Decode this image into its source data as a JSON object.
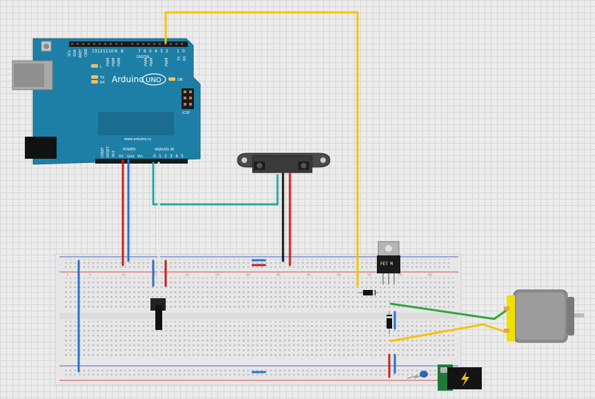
{
  "arduino": {
    "brand": "Arduino",
    "model": "UNO",
    "on_label": "ON",
    "url": "www.arduino.cc",
    "icsp_label": "ICSP",
    "digital_label": "DIGITAL",
    "power_label": "POWER",
    "analog_label": "ANALOG IN",
    "led_l": "L",
    "led_tx": "TX",
    "led_rx": "RX",
    "aref": "AREF",
    "gnd_top": "GND",
    "scl": "SCL",
    "sda": "SDA",
    "pwm": "PWM",
    "reset": "RESET",
    "ioref": "IOREF",
    "v33": "3V3",
    "v5": "5V",
    "gnd": "Gnd",
    "vin": "Vin",
    "digital_pins": [
      "13",
      "12",
      "11",
      "10",
      "9",
      "8",
      "7",
      "6",
      "5",
      "4",
      "3",
      "2",
      "1",
      "0"
    ],
    "analog_pins": [
      "0",
      "1",
      "2",
      "3",
      "4",
      "5"
    ],
    "tx_pin": "TX",
    "rx_pin": "RX"
  },
  "regulator": {
    "marking": "FET M"
  },
  "breadboard": {
    "column_numbers": [
      "1",
      "5",
      "10",
      "15",
      "20",
      "25",
      "30",
      "35",
      "40",
      "45",
      "50",
      "55",
      "60"
    ]
  },
  "colors": {
    "wire_red": "#c81e1e",
    "wire_blue": "#2a6fd0",
    "wire_yellow": "#f5c400",
    "wire_green": "#2ea836",
    "wire_teal": "#2aa7a0",
    "wire_white": "#f4f4f4",
    "arduino_board": "#1e7fa6",
    "motor_body": "#8c8c8c",
    "motor_terminal": "#f0e000"
  },
  "icons": {
    "power_jack_symbol": "lightning-bolt"
  }
}
